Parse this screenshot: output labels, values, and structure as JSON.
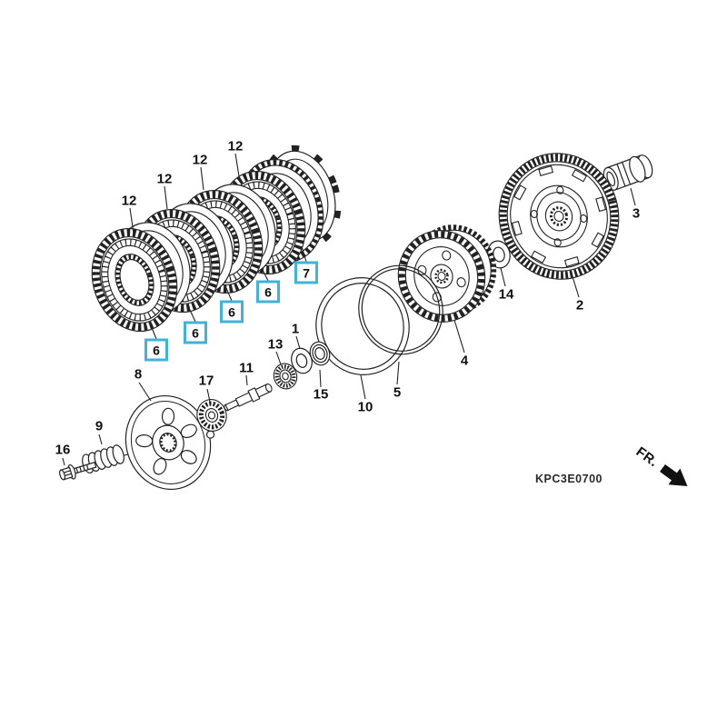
{
  "diagram": {
    "code": "KPC3E0700",
    "fr_label": "FR.",
    "accent_color": "#3fb4d8",
    "line_color": "#222222",
    "background": "#ffffff"
  },
  "callouts": [
    {
      "label": "12",
      "boxed": false
    },
    {
      "label": "12",
      "boxed": false
    },
    {
      "label": "12",
      "boxed": false
    },
    {
      "label": "12",
      "boxed": false
    },
    {
      "label": "6",
      "boxed": true
    },
    {
      "label": "6",
      "boxed": true
    },
    {
      "label": "6",
      "boxed": true
    },
    {
      "label": "6",
      "boxed": true
    },
    {
      "label": "7",
      "boxed": true
    },
    {
      "label": "8",
      "boxed": false
    },
    {
      "label": "9",
      "boxed": false
    },
    {
      "label": "16",
      "boxed": false
    },
    {
      "label": "17",
      "boxed": false
    },
    {
      "label": "11",
      "boxed": false
    },
    {
      "label": "13",
      "boxed": false
    },
    {
      "label": "1",
      "boxed": false
    },
    {
      "label": "15",
      "boxed": false
    },
    {
      "label": "10",
      "boxed": false
    },
    {
      "label": "5",
      "boxed": false
    },
    {
      "label": "4",
      "boxed": false
    },
    {
      "label": "14",
      "boxed": false
    },
    {
      "label": "2",
      "boxed": false
    },
    {
      "label": "3",
      "boxed": false
    }
  ]
}
